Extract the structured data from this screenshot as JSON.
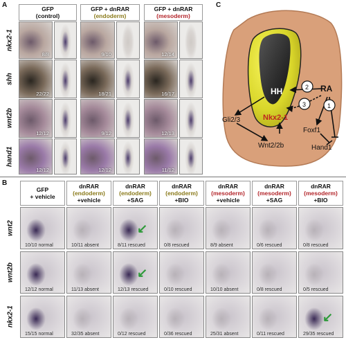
{
  "panelA": {
    "letter": "A",
    "cols": [
      {
        "line1": "GFP",
        "line2": "(control)",
        "line2_color": "black"
      },
      {
        "line1": "GFP + dnRAR",
        "line2": "(endoderm)",
        "line2_color": "olive"
      },
      {
        "line1": "GFP + dnRAR",
        "line2": "(mesoderm)",
        "line2_color": "red"
      }
    ],
    "rows": [
      {
        "gene": "nkx2-1",
        "counts": [
          "8/8",
          "9/10",
          "12/14"
        ],
        "tone": "#b9a7a0"
      },
      {
        "gene": "shh",
        "counts": [
          "22/22",
          "18/21",
          "16/17"
        ],
        "tone": "#7a6a5a"
      },
      {
        "gene": "wnt2b",
        "counts": [
          "12/12",
          "9/12",
          "12/13"
        ],
        "tone": "#a58a9a"
      },
      {
        "gene": "hand1",
        "counts": [
          "12/12",
          "12/12",
          "11/12"
        ],
        "tone": "#9a7aa8"
      }
    ]
  },
  "panelB": {
    "letter": "B",
    "cols": [
      {
        "line1": "GFP",
        "line2": "",
        "line3": "+ vehicle",
        "mid_color": "black"
      },
      {
        "line1": "dnRAR",
        "line2": "(endoderm)",
        "line3": "+vehicle",
        "mid_color": "olive"
      },
      {
        "line1": "dnRAR",
        "line2": "(endoderm)",
        "line3": "+SAG",
        "mid_color": "olive"
      },
      {
        "line1": "dnRAR",
        "line2": "(endoderm)",
        "line3": "+BIO",
        "mid_color": "olive"
      },
      {
        "line1": "dnRAR",
        "line2": "(mesoderm)",
        "line3": "+vehicle",
        "mid_color": "red"
      },
      {
        "line1": "dnRAR",
        "line2": "(mesoderm)",
        "line3": "+SAG",
        "mid_color": "red"
      },
      {
        "line1": "dnRAR",
        "line2": "(mesoderm)",
        "line3": "+BIO",
        "mid_color": "red"
      }
    ],
    "rows": [
      {
        "gene": "wnt2",
        "counts": [
          "10/10 normal",
          "10/11 absent",
          "8/11 rescued",
          "0/8 rescued",
          "8/9 absent",
          "0/6 rescued",
          "0/8 rescued"
        ],
        "arrow_col": 2
      },
      {
        "gene": "wnt2b",
        "counts": [
          "12/12 normal",
          "11/13 absent",
          "12/13 rescued",
          "0/10 rescued",
          "10/10 absent",
          "0/8 rescued",
          "0/5 rescued"
        ],
        "arrow_col": 2
      },
      {
        "gene": "nkx2-1",
        "counts": [
          "15/15 normal",
          "32/35 absent",
          "0/12 rescued",
          "0/36 rescued",
          "25/31 absent",
          "0/11 rescued",
          "29/35 rescued"
        ],
        "arrow_col": 6
      }
    ]
  },
  "panelC": {
    "letter": "C",
    "labels": {
      "hh": "HH",
      "ra": "RA",
      "nkx": "Nkx2-1",
      "gli": "Gli2/3",
      "wnt": "Wnt2/2b",
      "foxf1": "Foxf1",
      "hand1": "Hand1",
      "n1": "1",
      "n2": "2",
      "n3": "3"
    },
    "colors": {
      "outer": "#d9a07a",
      "outer_edge": "#b37a55",
      "inner": "#e9e632",
      "gut": "#222222"
    }
  }
}
